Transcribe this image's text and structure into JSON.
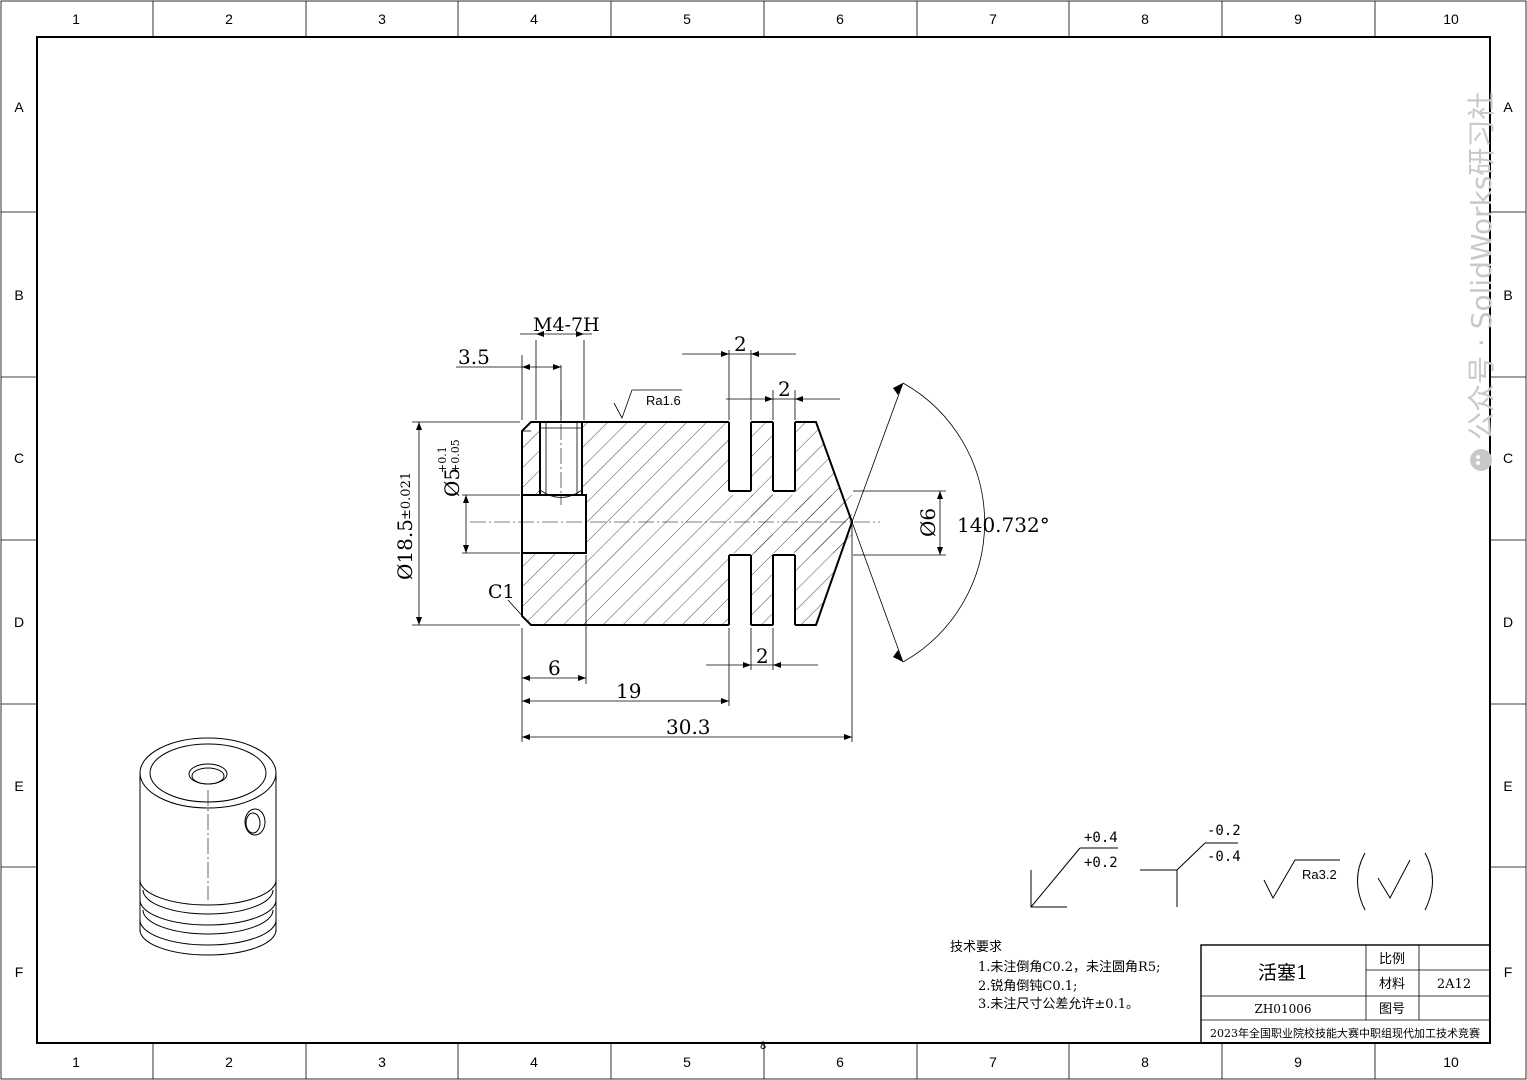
{
  "frame": {
    "columns": [
      "1",
      "2",
      "3",
      "4",
      "5",
      "6",
      "7",
      "8",
      "9",
      "10"
    ],
    "rows": [
      "A",
      "B",
      "C",
      "D",
      "E",
      "F"
    ],
    "bottom_center_mark": "8"
  },
  "watermark": "公众号 · SolidWorks研习社",
  "dimensions": {
    "thread": "M4-7H",
    "hole_offset": "3.5",
    "groove_width_top": "2",
    "groove_gap_top": "2",
    "groove_width_bottom": "2",
    "roughness_top": "Ra1.6",
    "small_bore": "Ø5",
    "small_bore_tol_upper": "+0.1",
    "small_bore_tol_lower": "+0.05",
    "main_diameter": "Ø18.5",
    "main_diameter_tol": "±0.021",
    "chamfer": "C1",
    "tip_diameter": "Ø6",
    "cone_angle": "140.732°",
    "len_6": "6",
    "len_19": "19",
    "len_total": "30.3"
  },
  "tolerance_notes": {
    "note1_upper": "+0.4",
    "note1_lower": "+0.2",
    "note2_upper": "-0.2",
    "note2_lower": "-0.4",
    "general_roughness": "Ra3.2"
  },
  "tech_requirements": {
    "title": "技术要求",
    "items": [
      "1.未注倒角C0.2，未注圆角R5;",
      "2.锐角倒钝C0.1;",
      "3.未注尺寸公差允许±0.1。"
    ]
  },
  "title_block": {
    "part_name": "活塞1",
    "scale_label": "比例",
    "scale_value": "",
    "material_label": "材料",
    "material_value": "2A12",
    "drawing_no_label": "图号",
    "drawing_no_value": "",
    "code": "ZH01006",
    "competition": "2023年全国职业院校技能大赛中职组现代加工技术竞赛"
  }
}
